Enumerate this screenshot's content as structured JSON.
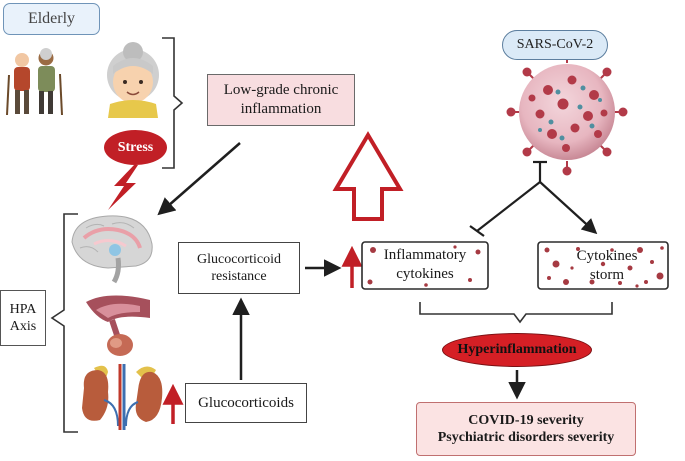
{
  "labels": {
    "elderly": "Elderly",
    "stress": "Stress",
    "low_grade_line1": "Low-grade chronic",
    "low_grade_line2": "inflammation",
    "sars": "SARS-CoV-2",
    "hpa_line1": "HPA",
    "hpa_line2": "Axis",
    "gluco_res_line1": "Glucocorticoid",
    "gluco_res_line2": "resistance",
    "glucocorticoids": "Glucocorticoids",
    "inflam_line1": "Inflammatory",
    "inflam_line2": "cytokines",
    "storm_line1": "Cytokines",
    "storm_line2": "storm",
    "hyper": "Hyperinflammation",
    "outcome_line1": "COVID-19 severity",
    "outcome_line2": "Psychiatric disorders severity"
  },
  "colors": {
    "arrow_dark": "#1f1f1f",
    "accent_red": "#c11f26",
    "virus_red": "#b23a48",
    "virus_teal": "#4f8fa0",
    "cytokine_dot": "#a63a42"
  },
  "icons": {
    "elderly_couple": "elderly-couple-icon",
    "grandmother": "grandmother-icon",
    "lightning": "lightning-icon",
    "brain": "brain-icon",
    "pituitary": "pituitary-gland-icon",
    "kidneys": "adrenal-kidneys-icon",
    "virus": "virus-icon"
  }
}
